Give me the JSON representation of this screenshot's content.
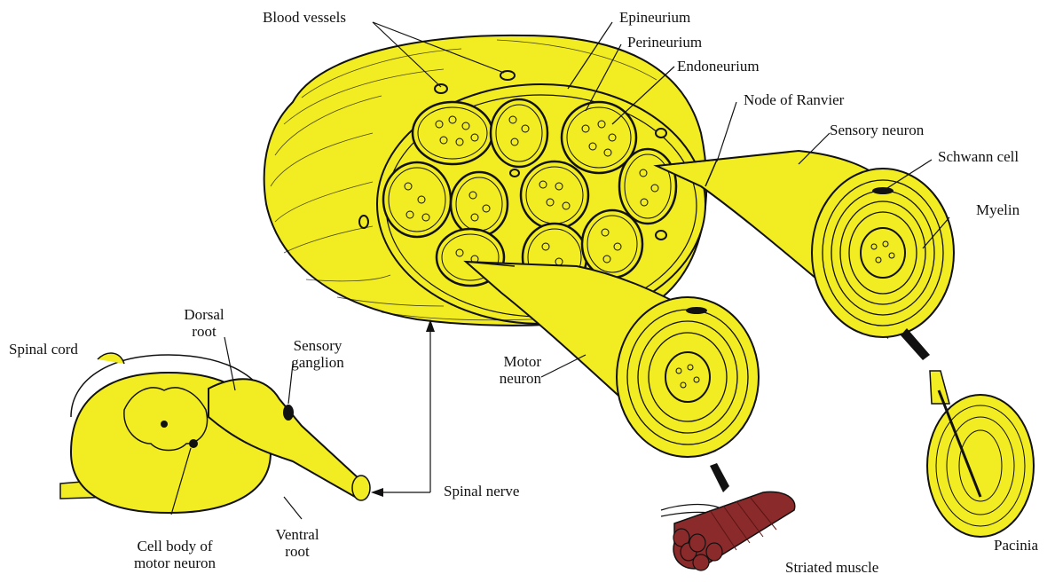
{
  "colors": {
    "tissue_yellow": "#f2ec22",
    "tissue_shadow": "#d9d000",
    "outline": "#111111",
    "muscle": "#8b2a2a",
    "muscle_dark": "#5a1414",
    "background": "#ffffff"
  },
  "labels": {
    "blood_vessels": "Blood vessels",
    "epineurium": "Epineurium",
    "perineurium": "Perineurium",
    "endoneurium": "Endoneurium",
    "node_of_ranvier": "Node of Ranvier",
    "sensory_neuron": "Sensory neuron",
    "schwann_cell": "Schwann cell",
    "myelin": "Myelin",
    "spinal_cord": "Spinal cord",
    "dorsal_root": "Dorsal\nroot",
    "sensory_ganglion": "Sensory\nganglion",
    "motor_neuron": "Motor\nneuron",
    "spinal_nerve": "Spinal nerve",
    "cell_body_motor_neuron": "Cell body of\nmotor neuron",
    "ventral_root": "Ventral\nroot",
    "striated_muscle": "Striated muscle",
    "pacinian": "Pacinia"
  }
}
